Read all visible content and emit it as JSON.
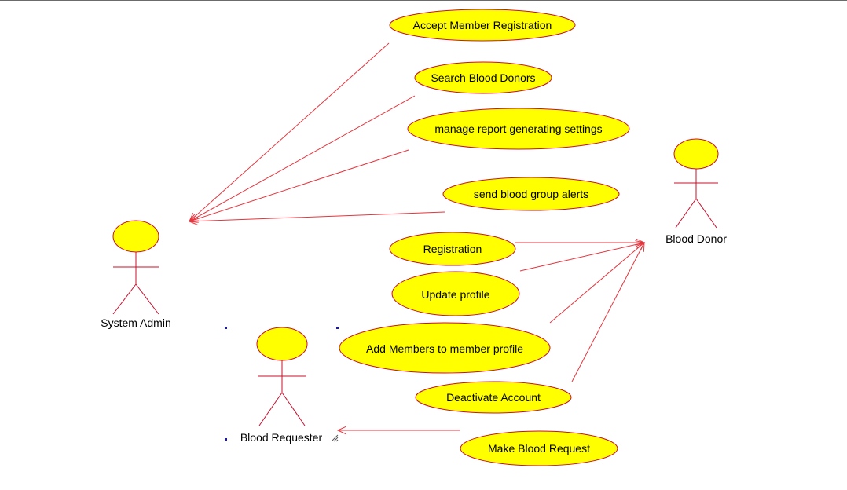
{
  "diagram": {
    "actors": {
      "system_admin": "System Admin",
      "blood_donor": "Blood Donor",
      "blood_requester": "Blood Requester"
    },
    "use_cases": {
      "accept_member_registration": "Accept Member Registration",
      "search_blood_donors": "Search Blood Donors",
      "manage_report_settings": "manage report generating settings",
      "send_blood_group_alerts": "send blood group alerts",
      "registration": "Registration",
      "update_profile": "Update profile",
      "add_members": "Add Members to member profile",
      "deactivate_account": "Deactivate Account",
      "make_blood_request": "Make Blood Request"
    },
    "colors": {
      "use_case_fill": "#ffff00",
      "outline": "#c8102e",
      "association": "#e5343d"
    }
  }
}
